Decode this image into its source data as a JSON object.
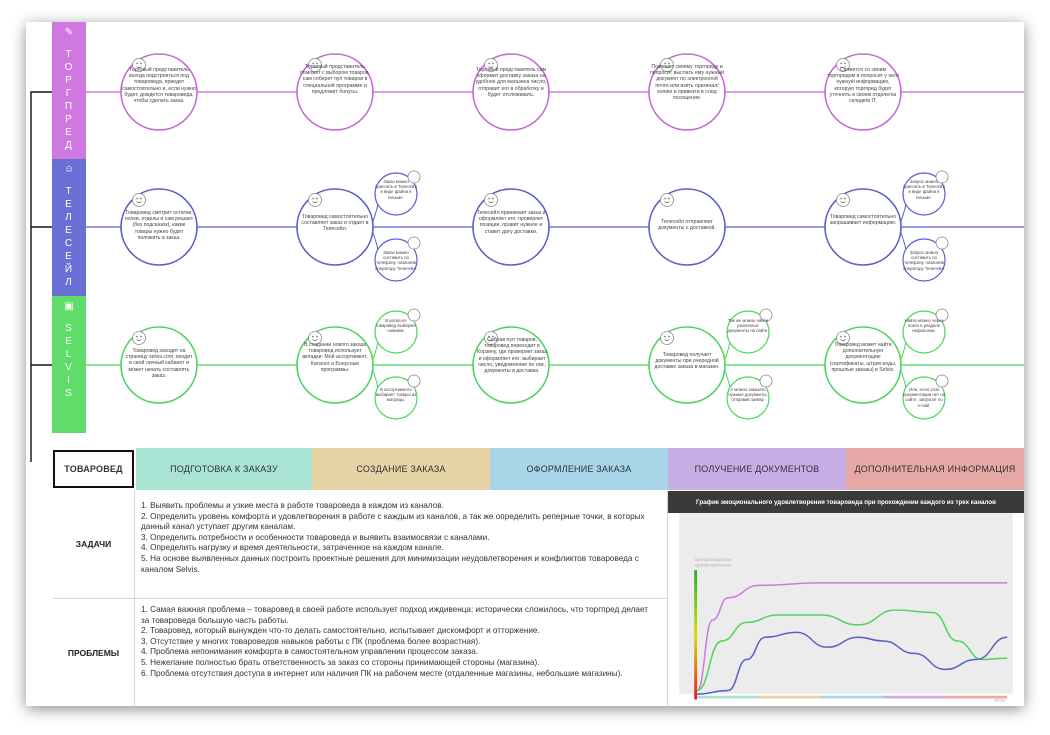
{
  "channels": [
    {
      "name": "ТОРГПРЕД",
      "icon": "user-handshake-icon",
      "color": "#cf78e0",
      "line": "#c866d8",
      "steps": [
        "Торговый представитель всегда подстроиться под товароведа, приедет самостоятельно и, если нужно будет, дождется товароведа, чтобы сделать заказ.",
        "Торговый представитель поможет с выбором товаров, сам соберет пул товаров в специальной программе и предложит бонусы.",
        "Торговый представитель сам оформит доставку заказа на удобное для магазина число, отправит его в обработку и будет отслеживать.",
        "Позвонит своему торгпреду и попросит выслать ему нужный документ по электронной почте или взять оригинал/копию и привезти в след посещение.",
        "Свяжется со своим торгпредом и попросит у него нужную информацию, которую торгпред будет уточнять в своем отделе/на складе/в IT."
      ]
    },
    {
      "name": "ТЕЛЕСЕЙЛ",
      "icon": "user-icon",
      "color": "#6a6fd6",
      "line": "#5a5fc9",
      "steps": [
        "Товаровед смотрит остатки, полки, отделы и сам решает (без подсказок), какие товары нужно будет положить в заказ.",
        "Товаровед самостоятельно составляет заказ и отдает в Телесейл.",
        "Телесейл принимает заказ и оформляет его: проверяет позиции, правит нужное и ставит дату доставки.",
        "Телесейл отправляет документы с доставкой.",
        "Товаровед самостоятельно запрашивает информацию."
      ]
    },
    {
      "name": "SELVIS",
      "icon": "monitor-icon",
      "color": "#5fdc6a",
      "line": "#4fd35a",
      "steps": [
        "Товаровед заходит на страницу selvis.com, входит в свой личный кабинет и может начать составлять заказ.",
        "В создании нового заказа товаровед использует вкладки: Мой ассортимент, Каталог и Бонусные программы.",
        "Собрав пул товаров, товаровед переходит в Корзину, где проверяет заказ и оформляет его: выбирает число, уведомление по смс, документы и доставка.",
        "Товаровед получает документы при очередной доставке заказа в магазин.",
        "Товаровед может найти дополнительную документацию (сертификаты, штрих-коды, прошлые заказы) в Selvis."
      ]
    }
  ],
  "bubbles": {
    "telesale_1_top": "Заказ можно прислать в Телесейл в виде файла в письме.",
    "telesale_1_bottom": "Заказ можно составить по телефону, позвонив оператору Телесейл.",
    "telesale_4_top": "Запрос можно прислать в Телесейл в виде файла в письме.",
    "telesale_4_bottom": "Запрос можно составить по телефону, позвонив оператору Телесейл.",
    "selvis_1_top": "В каталоге товаровед выбирает новинки.",
    "selvis_1_bottom": "В ассортименте выбирает товары из матрицы.",
    "selvis_3_top": "Так же можно найти различные документы на сайте.",
    "selvis_3_bottom": "А можно заказать нужные документы, отправив заявку.",
    "selvis_4_top": "Найти можно через поиск в разделе инфополки.",
    "selvis_4_bottom": "Или, если этой документации нет на сайте, запросит по e-mail."
  },
  "header": {
    "role": "ТОВАРОВЕД",
    "phases": [
      {
        "label": "ПОДГОТОВКА К ЗАКАЗУ",
        "color": "#a9e3d4"
      },
      {
        "label": "СОЗДАНИЕ ЗАКАЗА",
        "color": "#e6d3a6"
      },
      {
        "label": "ОФОРМЛЕНИЕ ЗАКАЗА",
        "color": "#a8d5e8"
      },
      {
        "label": "ПОЛУЧЕНИЕ ДОКУМЕНТОВ",
        "color": "#c9aee6"
      },
      {
        "label": "ДОПОЛНИТЕЛЬНАЯ ИНФОРМАЦИЯ",
        "color": "#e7a8a8"
      }
    ]
  },
  "tasks": {
    "label": "ЗАДАЧИ",
    "items": [
      "1. Выявить проблемы и узкие места в работе товароведа в каждом из каналов.",
      "2. Определить уровень комфорта и удовлетворения в работе с каждым из каналов, а так же определить реперные точки, в которых данный канал уступает другим каналам.",
      "3. Определить потребности и особенности товароведа и выявить взаимосвязи с каналами.",
      "4. Определить нагрузку и время деятельности, затраченное на каждом канале.",
      "5. На основе выявленных данных построить проектные решения для минимизации неудовлетворения и конфликтов товароведа с каналом Selvis."
    ]
  },
  "problems": {
    "label": "ПРОБЛЕМЫ",
    "items": [
      "1. Самая важная проблема – товаровед в своей работе использует подход иждивенца: исторически сложилось, что торгпред делает за товароведа большую часть работы.",
      "2. Товаровед, который вынужден что-то делать самостоятельно, испытывает дискомфорт и отторжение.",
      "3. Отсутствие у многих товароведов навыков работы с ПК (проблема более возрастная).",
      "4. Проблема непонимания комфорта в самостоятельном управлении процессом заказа.",
      "5. Нежелание полностью брать ответственность за заказ со стороны принимающей стороны (магазина).",
      "6. Проблема отсутствия доступа в интернет или наличия ПК на рабочем месте (отдаленные магазины, небольшие магазины)."
    ]
  },
  "chart_data": {
    "type": "line",
    "title": "График эмоционального удовлетворения товароведа при прохождении каждого из трех каналов",
    "ylabel": "ЭМОЦИОНАЛЬНОЕ УДОВЛЕТВОРЕНИЕ",
    "xlabel": "ФАЗЫ",
    "xlim": [
      0,
      5
    ],
    "ylim": [
      0,
      1
    ],
    "grid": false,
    "series": [
      {
        "color": "#cf78e0",
        "x": [
          0,
          0.25,
          0.5,
          1,
          2,
          3,
          4,
          5
        ],
        "y": [
          0.05,
          0.62,
          0.8,
          0.9,
          0.92,
          0.92,
          0.92,
          0.92
        ]
      },
      {
        "color": "#4fd35a",
        "x": [
          0,
          0.4,
          0.8,
          1.3,
          2,
          2.6,
          3.2,
          3.8,
          4.2,
          4.6,
          5
        ],
        "y": [
          0.05,
          0.45,
          0.6,
          0.66,
          0.66,
          0.58,
          0.7,
          0.68,
          0.45,
          0.3,
          0.31
        ]
      },
      {
        "color": "#5a5fc9",
        "x": [
          0,
          0.5,
          0.8,
          1.1,
          1.6,
          2.1,
          2.6,
          3.0,
          3.5,
          4.0,
          4.5,
          5
        ],
        "y": [
          0.02,
          0.05,
          0.3,
          0.48,
          0.52,
          0.4,
          0.48,
          0.45,
          0.35,
          0.22,
          0.3,
          0.48
        ]
      }
    ]
  },
  "chart_axis_gradient": [
    "#1fb12a",
    "#d8e000",
    "#e31b1b"
  ],
  "chart_phase_colors": [
    "#a9e3d4",
    "#e6d3a6",
    "#a8d5e8",
    "#c9aee6",
    "#e7a8a8"
  ]
}
